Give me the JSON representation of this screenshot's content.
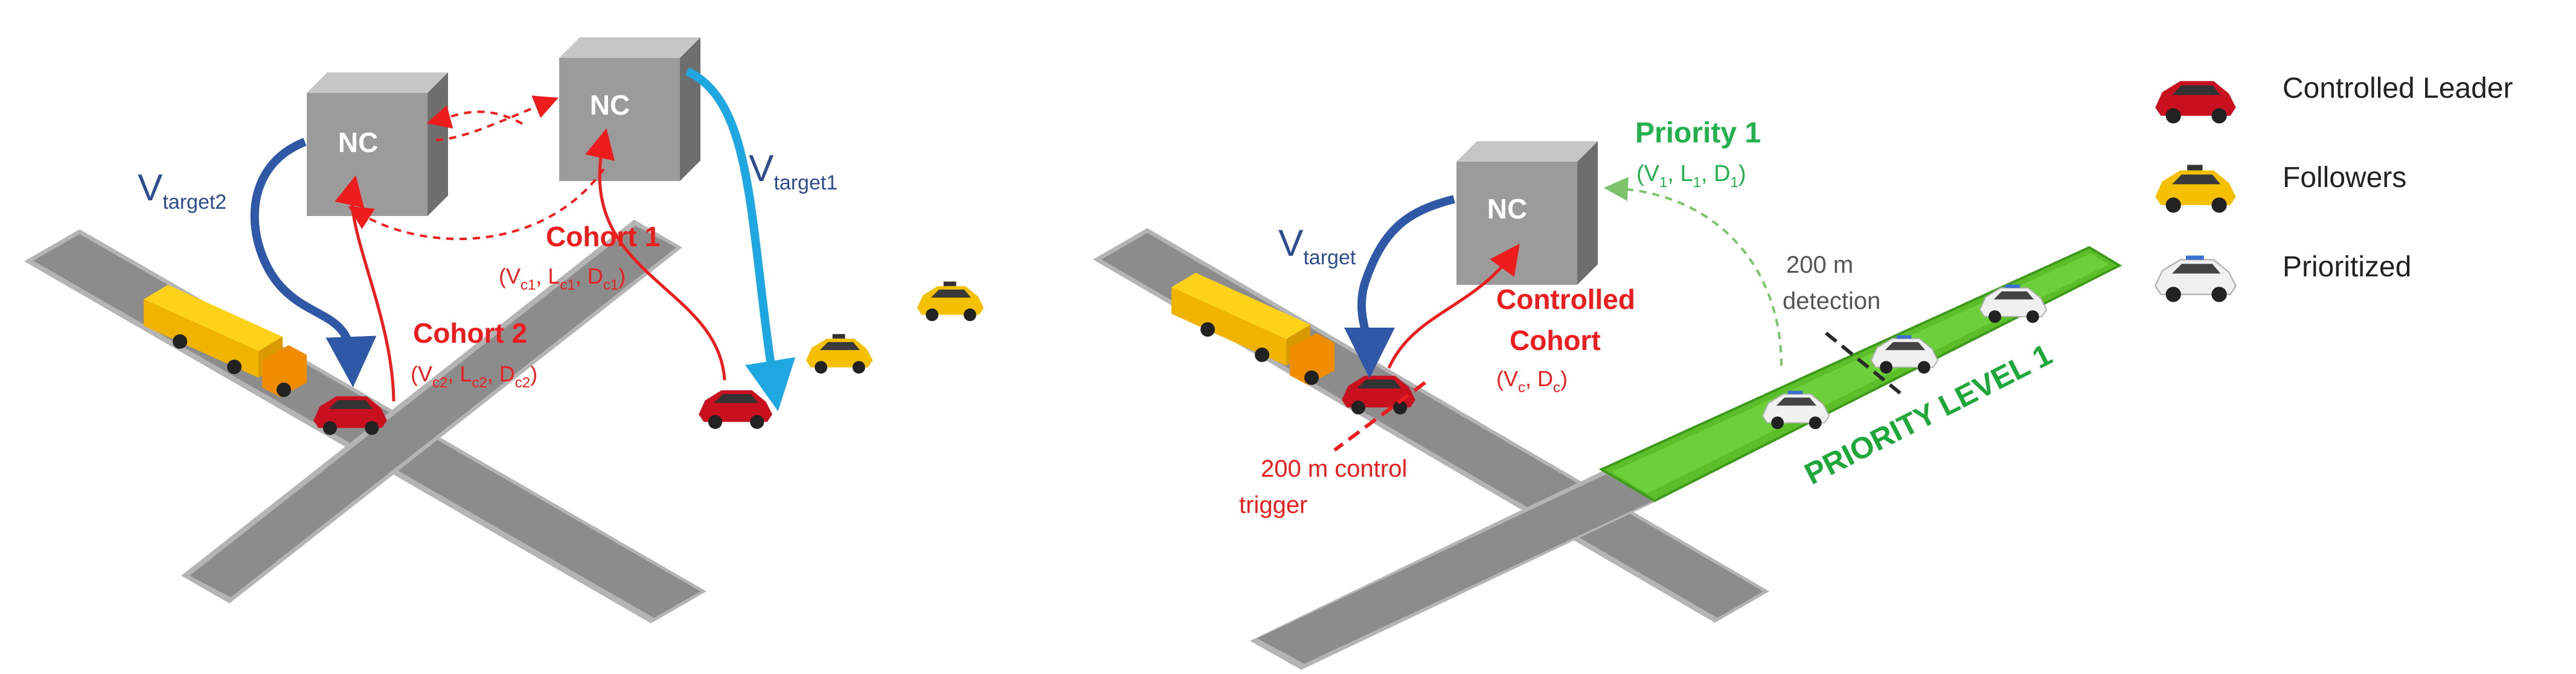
{
  "left_scene": {
    "nc_left": "NC",
    "nc_right": "NC",
    "vtarget2": {
      "main": "V",
      "sub": "target2"
    },
    "vtarget1": {
      "main": "V",
      "sub": "target1"
    },
    "cohort1": {
      "title": "Cohort 1",
      "params": [
        "(V",
        "c1",
        ", L",
        "c1",
        ", D",
        "c1",
        ")"
      ]
    },
    "cohort2": {
      "title": "Cohort 2",
      "params": [
        "(V",
        "c2",
        ", L",
        "c2",
        ", D",
        "c2",
        ")"
      ]
    }
  },
  "right_scene": {
    "nc": "NC",
    "vtarget": {
      "main": "V",
      "sub": "target"
    },
    "priority1": {
      "title": "Priority 1",
      "params": [
        "(V",
        "1",
        ", L",
        "1",
        ", D",
        "1",
        ")"
      ]
    },
    "controlled_cohort": {
      "line1": "Controlled",
      "line2": "Cohort",
      "params": [
        "(V",
        "c",
        ", D",
        "c",
        ")"
      ]
    },
    "detection": {
      "line1": "200 m",
      "line2": "detection"
    },
    "control_trigger": {
      "line1": "200 m control",
      "line2": "trigger"
    },
    "priority_lane_label": "PRIORITY LEVEL 1"
  },
  "legend": {
    "items": [
      {
        "label": "Controlled Leader",
        "color": "#c8101e",
        "icon": "red-car-icon"
      },
      {
        "label": "Followers",
        "color": "#f5c000",
        "icon": "yellow-car-icon"
      },
      {
        "label": "Prioritized",
        "color": "#e8e8e8",
        "icon": "white-car-icon"
      }
    ]
  },
  "colors": {
    "road": "#8c8c8c",
    "road_edge": "#b4b4b4",
    "priority_lane": "#5cbf2a",
    "nc_box": "#9b9b9b",
    "control_arrow": "#ee1c1c",
    "target_arrow_dark": "#2f58a7",
    "target_arrow_light": "#1ea7e1",
    "priority_arrow": "#7cc46a"
  }
}
